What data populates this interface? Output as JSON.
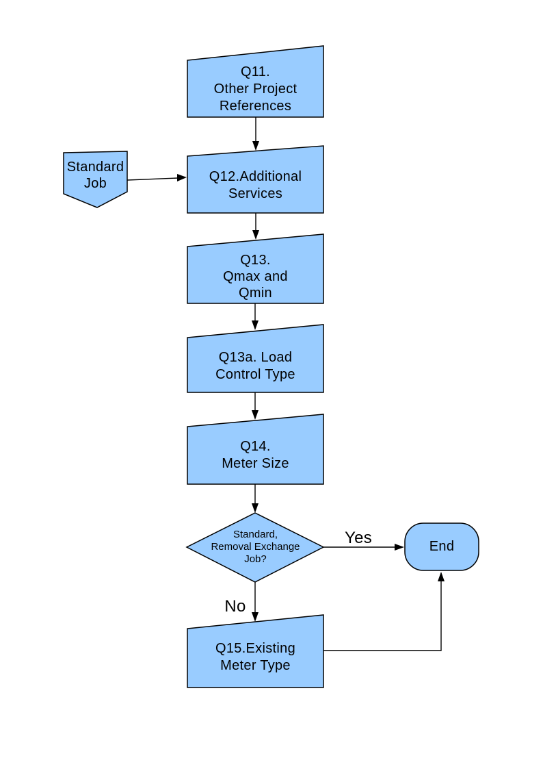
{
  "colors": {
    "background": "#FFFFFF",
    "shape_fill": "#99CCFF",
    "shape_stroke": "#000000",
    "connector": "#000000",
    "text": "#000000"
  },
  "nodes": {
    "q11": {
      "label": "Q11.\nOther Project\nReferences"
    },
    "standard_job": {
      "label": "Standard\nJob"
    },
    "q12": {
      "label": "Q12.Additional\nServices"
    },
    "q13": {
      "label": "Q13.\nQmax and\nQmin"
    },
    "q13a": {
      "label": "Q13a. Load\nControl Type"
    },
    "q14": {
      "label": "Q14.\nMeter Size"
    },
    "decision": {
      "label": "Standard,\nRemoval Exchange\nJob?"
    },
    "end": {
      "label": "End"
    },
    "q15": {
      "label": "Q15.Existing\nMeter Type"
    }
  },
  "edges": {
    "yes_label": "Yes",
    "no_label": "No"
  }
}
